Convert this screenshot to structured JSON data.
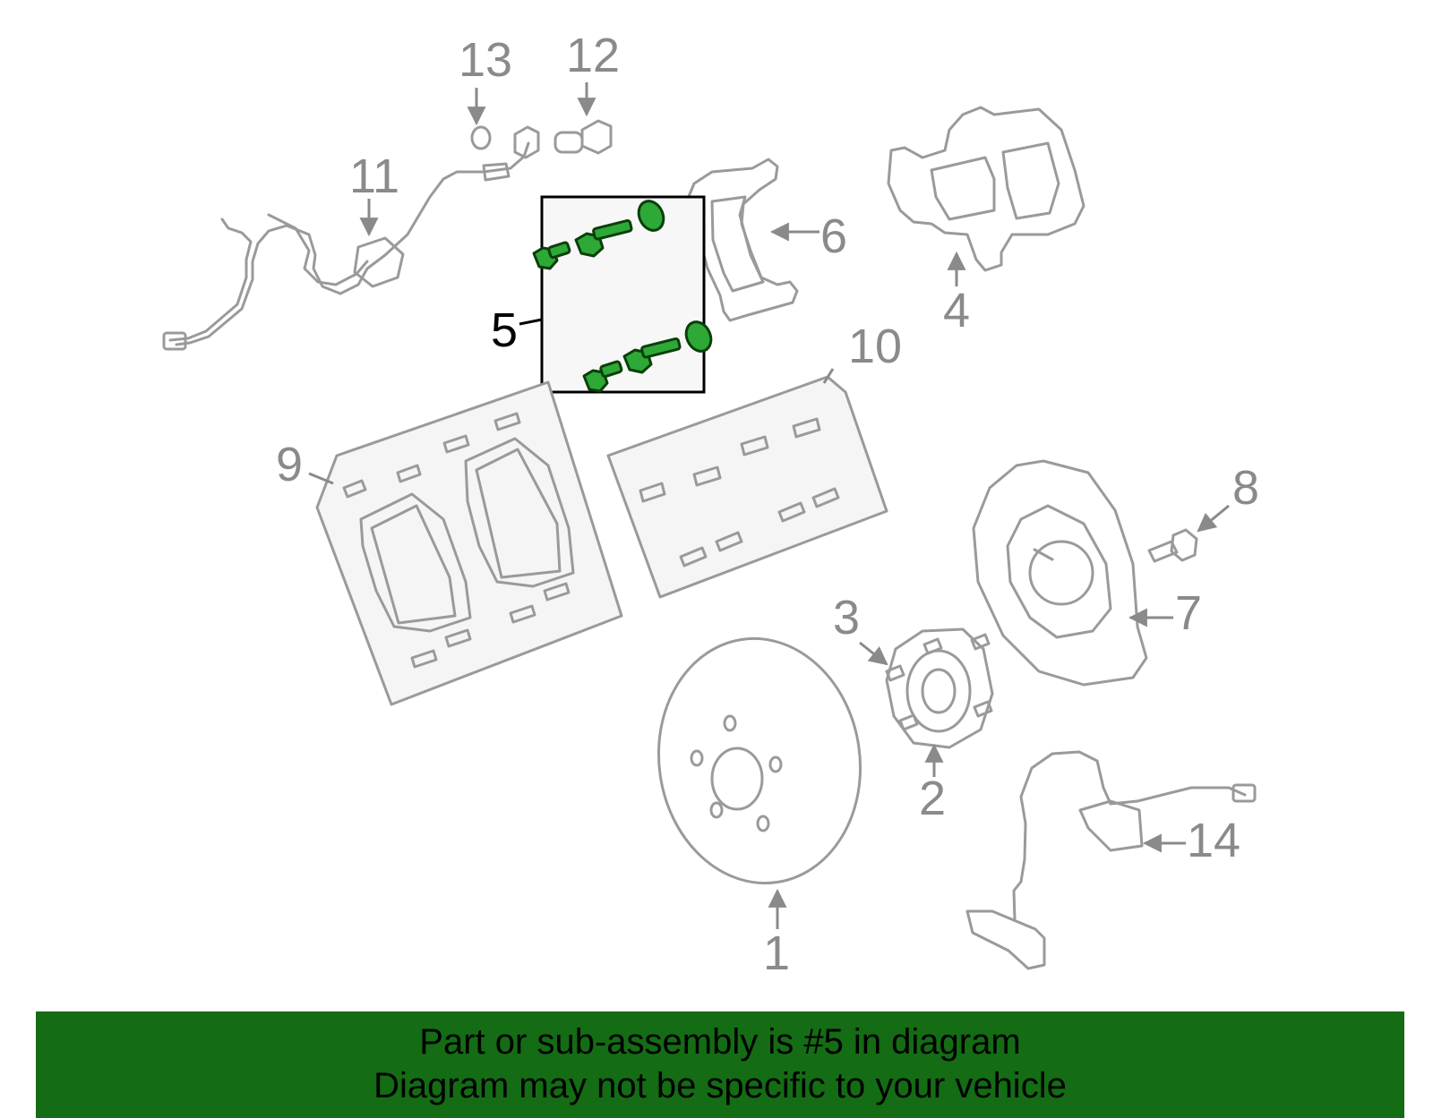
{
  "diagram": {
    "callouts": [
      {
        "id": "1",
        "label": "1"
      },
      {
        "id": "2",
        "label": "2"
      },
      {
        "id": "3",
        "label": "3"
      },
      {
        "id": "4",
        "label": "4"
      },
      {
        "id": "5",
        "label": "5",
        "highlighted": true
      },
      {
        "id": "6",
        "label": "6"
      },
      {
        "id": "7",
        "label": "7"
      },
      {
        "id": "8",
        "label": "8"
      },
      {
        "id": "9",
        "label": "9"
      },
      {
        "id": "10",
        "label": "10"
      },
      {
        "id": "11",
        "label": "11"
      },
      {
        "id": "12",
        "label": "12"
      },
      {
        "id": "13",
        "label": "13"
      },
      {
        "id": "14",
        "label": "14"
      }
    ],
    "colors": {
      "part_outline": "#9a9a9a",
      "callout_text": "#8a8a8a",
      "highlight_outline": "#000000",
      "highlight_parts": "#2ea836",
      "banner_background": "#146c14"
    }
  },
  "footer": {
    "line1": "Part or sub-assembly is #5 in diagram",
    "line2": "Diagram may not be specific to your vehicle"
  }
}
